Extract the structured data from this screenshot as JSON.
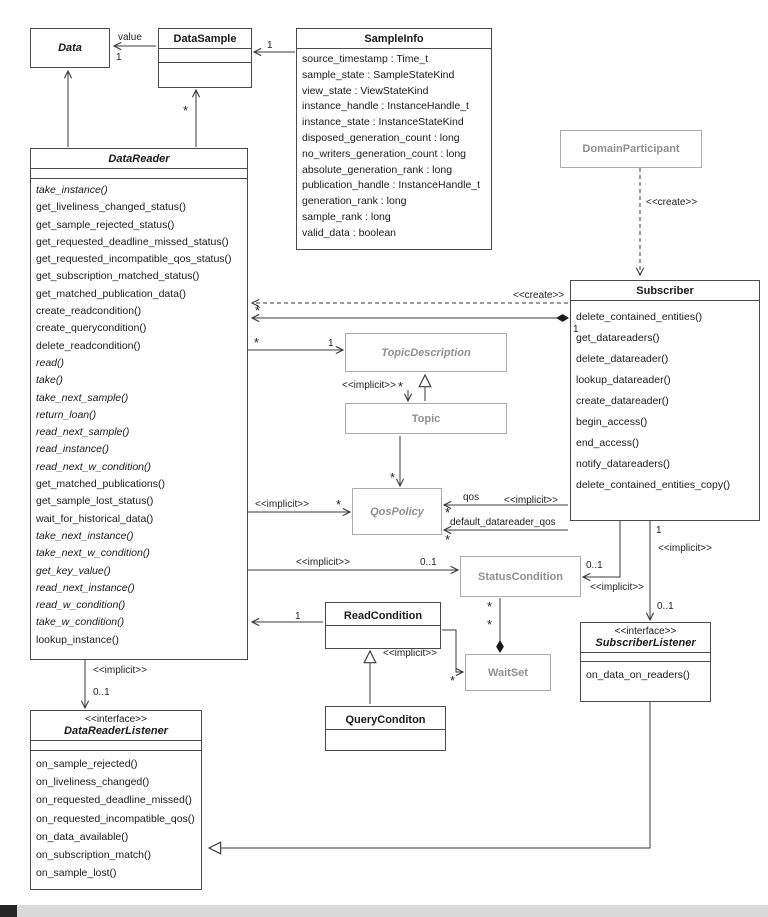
{
  "labels": {
    "value": "value",
    "one": "1",
    "star": "*",
    "zero_one": "0..1",
    "create": "<<create>>",
    "implicit": "<<implicit>>",
    "qos": "qos",
    "default_datareader_qos": "default_datareader_qos"
  },
  "classes": {
    "data": {
      "name": "Data"
    },
    "datasample": {
      "name": "DataSample"
    },
    "sampleinfo": {
      "name": "SampleInfo",
      "attributes": [
        "source_timestamp : Time_t",
        "sample_state : SampleStateKind",
        "view_state : ViewStateKind",
        "instance_handle : InstanceHandle_t",
        "instance_state : InstanceStateKind",
        "disposed_generation_count : long",
        "no_writers_generation_count : long",
        "absolute_generation_rank : long",
        "publication_handle : InstanceHandle_t",
        "generation_rank : long",
        "sample_rank : long",
        "valid_data : boolean"
      ]
    },
    "domainparticipant": {
      "name": "DomainParticipant"
    },
    "datareader": {
      "name": "DataReader",
      "methods": [
        {
          "text": "take_instance()",
          "italic": true
        },
        {
          "text": "get_liveliness_changed_status()"
        },
        {
          "text": "get_sample_rejected_status()"
        },
        {
          "text": "get_requested_deadline_missed_status()"
        },
        {
          "text": "get_requested_incompatible_qos_status()"
        },
        {
          "text": "get_subscription_matched_status()"
        },
        {
          "text": "get_matched_publication_data()"
        },
        {
          "text": "create_readcondition()"
        },
        {
          "text": "create_querycondition()"
        },
        {
          "text": "delete_readcondition()"
        },
        {
          "text": "read()",
          "italic": true
        },
        {
          "text": "take()",
          "italic": true
        },
        {
          "text": "take_next_sample()",
          "italic": true
        },
        {
          "text": "return_loan()",
          "italic": true
        },
        {
          "text": "read_next_sample()",
          "italic": true
        },
        {
          "text": "read_instance()",
          "italic": true
        },
        {
          "text": "read_next_w_condition()",
          "italic": true
        },
        {
          "text": "get_matched_publications()"
        },
        {
          "text": "get_sample_lost_status()"
        },
        {
          "text": "wait_for_historical_data()"
        },
        {
          "text": "take_next_instance()",
          "italic": true
        },
        {
          "text": "take_next_w_condition()",
          "italic": true
        },
        {
          "text": "get_key_value()",
          "italic": true
        },
        {
          "text": "read_next_instance()",
          "italic": true
        },
        {
          "text": "read_w_condition()",
          "italic": true
        },
        {
          "text": "take_w_condition()",
          "italic": true
        },
        {
          "text": "lookup_instance()"
        }
      ]
    },
    "subscriber": {
      "name": "Subscriber",
      "methods": [
        "delete_contained_entities()",
        "get_datareaders()",
        "delete_datareader()",
        "lookup_datareader()",
        "create_datareader()",
        "begin_access()",
        "end_access()",
        "notify_datareaders()",
        "delete_contained_entities_copy()"
      ]
    },
    "topicdescription": {
      "name": "TopicDescription"
    },
    "topic": {
      "name": "Topic"
    },
    "qospolicy": {
      "name": "QosPolicy"
    },
    "statuscondition": {
      "name": "StatusCondition"
    },
    "readcondition": {
      "name": "ReadCondition"
    },
    "waitset": {
      "name": "WaitSet"
    },
    "querycondition": {
      "name": "QueryConditon"
    },
    "subscriberlistener": {
      "stereotype": "<<interface>>",
      "name": "SubscriberListener",
      "methods": [
        "on_data_on_readers()"
      ]
    },
    "datareaderlistener": {
      "stereotype": "<<interface>>",
      "name": "DataReaderListener",
      "methods": [
        "on_sample_rejected()",
        "on_liveliness_changed()",
        "on_requested_deadline_missed()",
        "on_requested_incompatible_qos()",
        "on_data_available()",
        "on_subscription_match()",
        "on_sample_lost()"
      ]
    }
  }
}
